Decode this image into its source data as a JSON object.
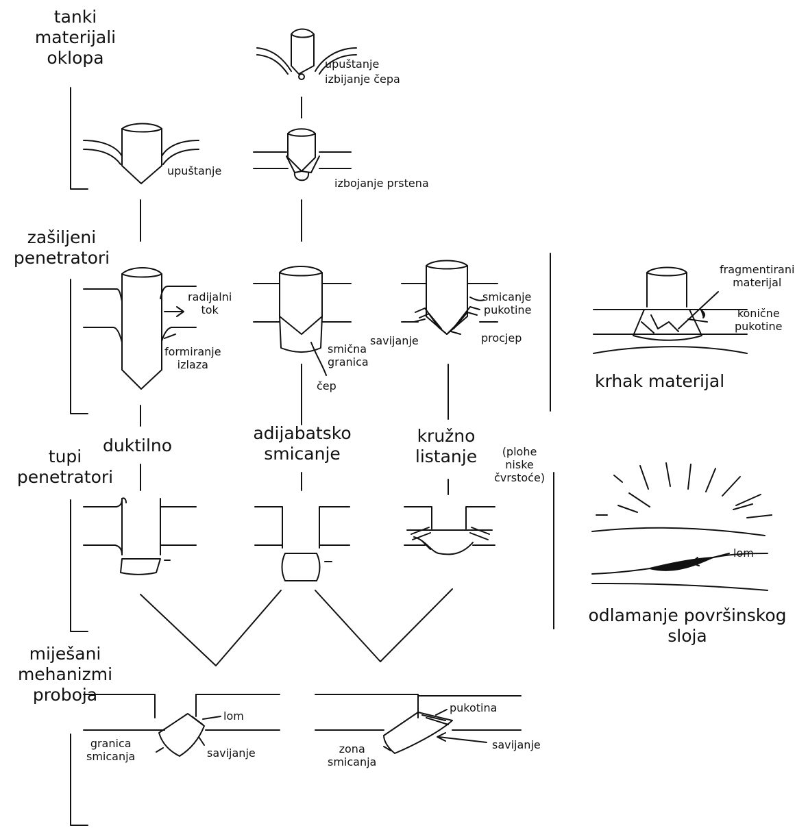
{
  "categories": {
    "thin_armor": [
      "tanki",
      "materijali",
      "oklopa"
    ],
    "pointed": [
      "zašiljeni",
      "penetratori"
    ],
    "blunt": [
      "tupi",
      "penetratori"
    ],
    "mixed": [
      "miješani",
      "mehanizmi",
      "proboja"
    ]
  },
  "mechanisms": {
    "ductile": "duktilno",
    "adiabatic": [
      "adijabatsko",
      "smicanje"
    ],
    "circular": [
      "kružno",
      "listanje"
    ],
    "low_strength": [
      "(plohe",
      "niske",
      "čvrstoće)"
    ],
    "brittle": "krhak materijal",
    "spalling": [
      "odlamanje površinskog",
      "sloja"
    ]
  },
  "annotations": {
    "dishing": "upuštanje",
    "plug_ejection": "izbijanje čepa",
    "dishing_2": "upuštanje",
    "ring_ejection": "izbojanje prstena",
    "radial_flow": [
      "radijalni",
      "tok"
    ],
    "exit_forming": [
      "formiranje",
      "izlaza"
    ],
    "shear_boundary": [
      "smična",
      "granica"
    ],
    "plug": "čep",
    "shear_cracks": [
      "smicanje",
      "pukotine"
    ],
    "bending": "savijanje",
    "gap": "procjep",
    "fragmented": [
      "fragmentirani",
      "materijal"
    ],
    "conical_cracks": [
      "konične",
      "pukotine"
    ],
    "fracture_spall": "lom",
    "fracture_mixed": "lom",
    "shear_boundary_2": [
      "granica",
      "smicanja"
    ],
    "bending_mixed_1": "savijanje",
    "crack": "pukotina",
    "bending_mixed_2": "savijanje",
    "shear_zone": [
      "zona",
      "smicanja"
    ]
  }
}
